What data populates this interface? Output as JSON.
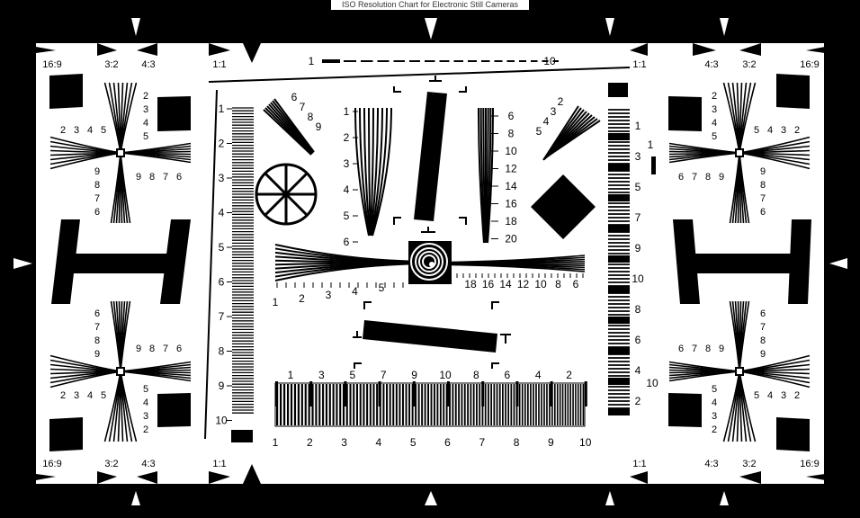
{
  "title": "ISO Resolution Chart for Electronic Still Cameras",
  "frame_labels": {
    "top_left": [
      "16:9",
      "3:2",
      "4:3",
      "1:1"
    ],
    "top_right": [
      "1:1",
      "4:3",
      "3:2",
      "16:9"
    ],
    "bottom_left": [
      "16:9",
      "3:2",
      "4:3",
      "1:1"
    ],
    "bottom_right": [
      "1:1",
      "4:3",
      "3:2",
      "16:9"
    ]
  },
  "top_scale": {
    "start": "1",
    "end": "10"
  },
  "left_ladder_numbers": [
    "1",
    "2",
    "3",
    "4",
    "5",
    "6",
    "7",
    "8",
    "9",
    "10"
  ],
  "right_ladder_numbers": [
    "1",
    "3",
    "5",
    "7",
    "9",
    "10",
    "8",
    "6",
    "4",
    "2"
  ],
  "right_small_numbers": [
    "1",
    "10"
  ],
  "fan_left_numbers": [
    "1",
    "2",
    "3",
    "4",
    "5",
    "6"
  ],
  "fan_right_numbers": [
    "6",
    "8",
    "10",
    "12",
    "14",
    "16",
    "18",
    "20"
  ],
  "fan_tl_numbers": [
    "6",
    "7",
    "8",
    "9"
  ],
  "fan_tr_numbers": [
    "2",
    "3",
    "4",
    "5"
  ],
  "horiz_left_numbers": [
    "1",
    "2",
    "3",
    "4",
    "5"
  ],
  "horiz_right_numbers": [
    "18",
    "16",
    "14",
    "12",
    "10",
    "8",
    "6"
  ],
  "bottom_top_numbers": [
    "1",
    "3",
    "5",
    "7",
    "9",
    "10",
    "8",
    "6",
    "4",
    "2"
  ],
  "bottom_scale_numbers": [
    "1",
    "2",
    "3",
    "4",
    "5",
    "6",
    "7",
    "8",
    "9",
    "10"
  ],
  "corner_star": {
    "vertical_upper": [
      "2",
      "3",
      "4",
      "5"
    ],
    "horizontal_outer": [
      "2",
      "3",
      "4",
      "5"
    ],
    "vertical_lower": [
      "9",
      "8",
      "7",
      "6"
    ],
    "horizontal_inner": [
      "9",
      "8",
      "7",
      "6"
    ]
  }
}
